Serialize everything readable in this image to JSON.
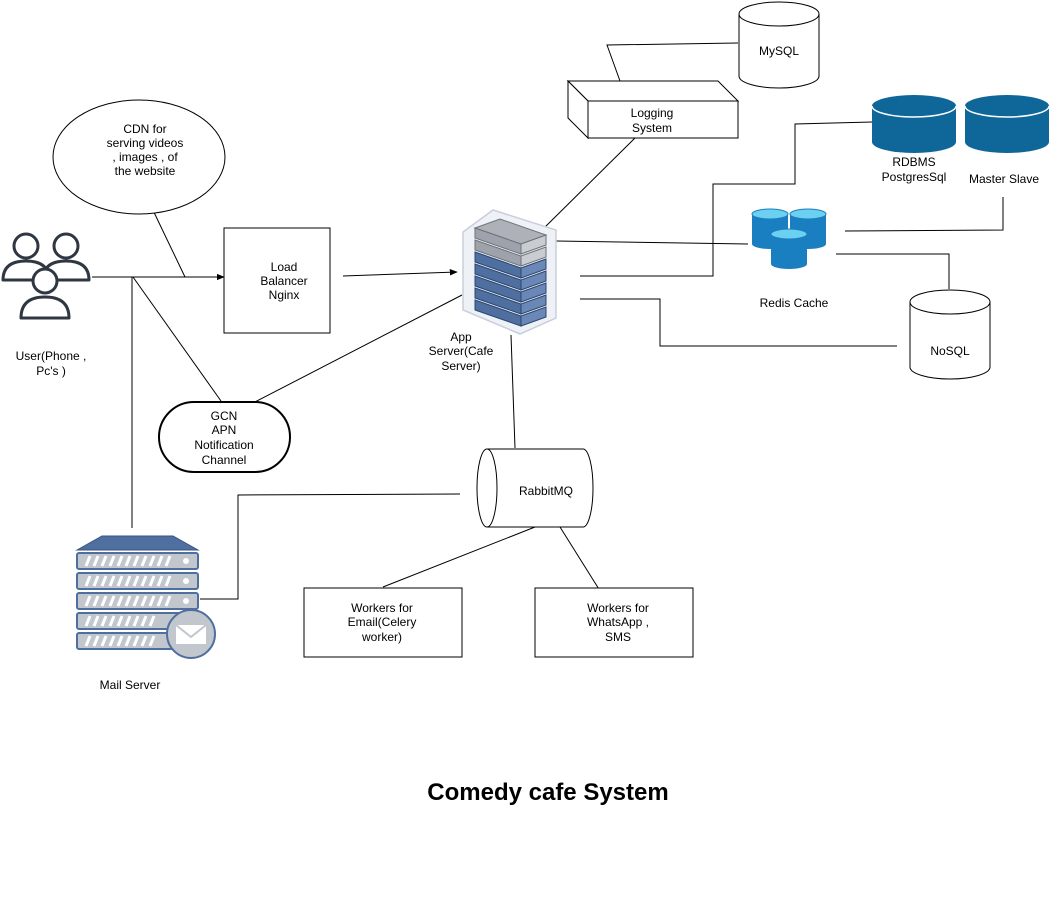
{
  "diagram": {
    "title": "Comedy cafe System",
    "nodes": {
      "user": {
        "lines": [
          "User(Phone ,",
          "Pc's )"
        ]
      },
      "cdn": {
        "lines": [
          "CDN for",
          "serving videos",
          ", images , of",
          "the website"
        ]
      },
      "load_balancer": {
        "lines": [
          "Load",
          "Balancer",
          "Nginx"
        ]
      },
      "notification": {
        "lines": [
          "GCN",
          "APN",
          "Notification",
          "Channel"
        ]
      },
      "app_server": {
        "lines": [
          "App",
          "Server(Cafe",
          "Server)"
        ]
      },
      "logging": {
        "lines": [
          "Logging",
          "System"
        ]
      },
      "mysql": {
        "lines": [
          "MySQL"
        ]
      },
      "rdbms": {
        "lines": [
          "RDBMS",
          "PostgresSql"
        ]
      },
      "master_slave": {
        "lines": [
          "Master Slave"
        ]
      },
      "redis": {
        "lines": [
          "Redis Cache"
        ]
      },
      "nosql": {
        "lines": [
          "NoSQL"
        ]
      },
      "rabbitmq": {
        "lines": [
          "RabbitMQ"
        ]
      },
      "mail_server": {
        "lines": [
          "Mail Server"
        ]
      },
      "workers_email": {
        "lines": [
          "Workers for",
          "Email(Celery",
          "worker)"
        ]
      },
      "workers_whatsapp": {
        "lines": [
          "Workers for",
          "WhatsApp ,",
          "SMS"
        ]
      }
    },
    "colors": {
      "db_blue": "#0e6699",
      "cache_blue": "#1a7fc1",
      "cache_light": "#6cd0f0",
      "server_blue": "#4e6fa0",
      "server_grey": "#9ea3ab",
      "user_icon": "#2f3742"
    },
    "icons": [
      "users-icon",
      "server-rack-icon",
      "redis-cache-icon",
      "mail-server-icon"
    ]
  }
}
